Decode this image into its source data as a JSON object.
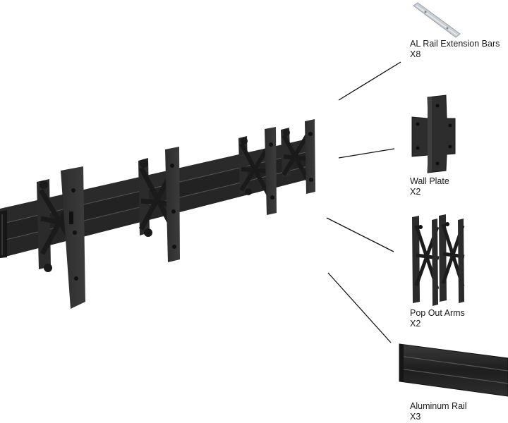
{
  "components": [
    {
      "id": "rail-extension-bars",
      "name": "AL Rail Extension Bars",
      "qty": "X8"
    },
    {
      "id": "wall-plate",
      "name": "Wall Plate",
      "qty": "X2"
    },
    {
      "id": "pop-out-arms",
      "name": "Pop Out Arms",
      "qty": "X2"
    },
    {
      "id": "aluminum-rail",
      "name": "Aluminum Rail",
      "qty": "X3"
    }
  ],
  "colors": {
    "metal": "#2a2a2a",
    "metal_dark": "#141414",
    "metal_light": "#4a4a4a",
    "silver": "#c9ced3",
    "leader": "#111111"
  }
}
